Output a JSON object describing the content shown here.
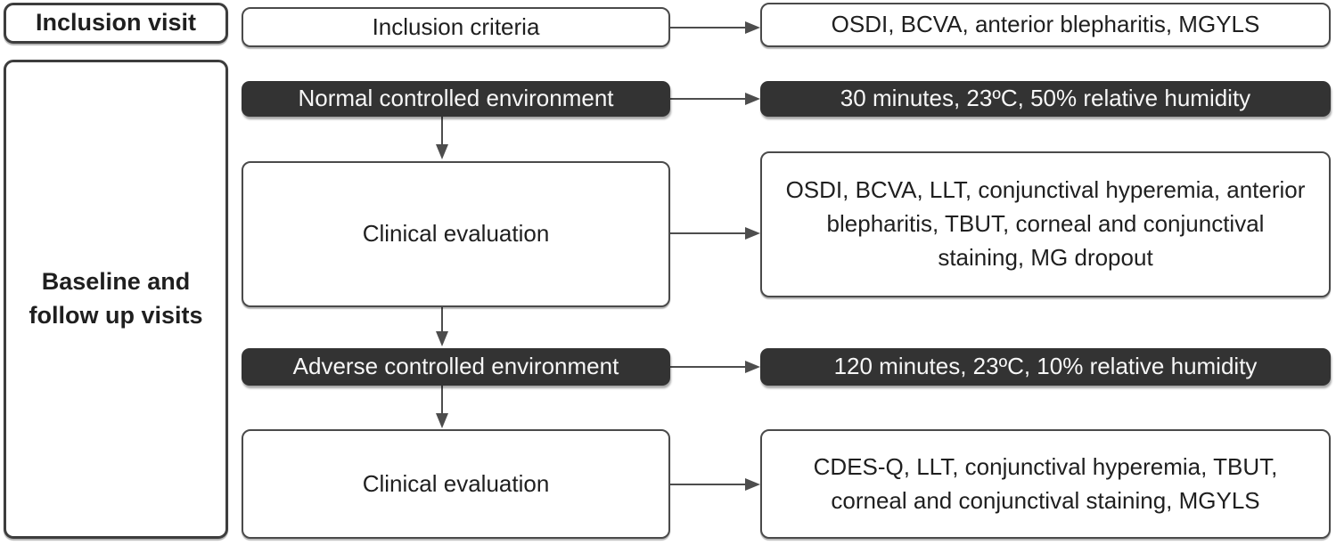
{
  "diagram": {
    "stage_labels": {
      "inclusion_visit": "Inclusion visit",
      "baseline_followup": "Baseline and follow up visits"
    },
    "steps": {
      "inclusion_criteria": "Inclusion criteria",
      "inclusion_measures": "OSDI, BCVA, anterior blepharitis, MGYLS",
      "normal_environment": "Normal controlled environment",
      "normal_environment_conditions": "30 minutes, 23ºC, 50% relative humidity",
      "clinical_evaluation_1": "Clinical evaluation",
      "clinical_evaluation_1_measures": "OSDI, BCVA, LLT, conjunctival hyperemia, anterior blepharitis, TBUT, corneal and conjunctival staining, MG dropout",
      "adverse_environment": "Adverse controlled environment",
      "adverse_environment_conditions": "120 minutes, 23ºC, 10% relative humidity",
      "clinical_evaluation_2": "Clinical evaluation",
      "clinical_evaluation_2_measures": "CDES-Q, LLT, conjunctival hyperemia, TBUT, corneal and conjunctival staining, MGYLS"
    },
    "colors": {
      "dark_box_fill": "#333333",
      "dark_box_text": "#f7f7f7",
      "light_box_border": "#4a4a4a",
      "stage_box_border": "#3d3d3d",
      "arrow": "#4d4d4d",
      "text": "#1f1f1f",
      "background": "#ffffff"
    }
  }
}
